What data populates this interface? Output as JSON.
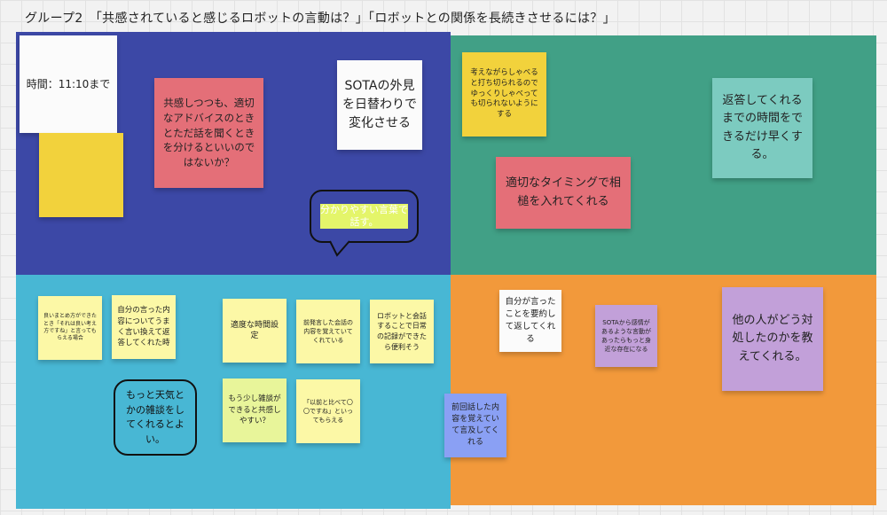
{
  "board": {
    "title": "グループ2　「共感されていると感じるロボットの言動は？」「ロボットとの関係を長続きさせるには？」"
  },
  "quadrants": {
    "top_left": {
      "notes": [
        {
          "text": "時間：11:10まで"
        },
        {
          "text": ""
        },
        {
          "text": "共感しつつも、適切なアドバイスのときとただ話を聞くときを分けるといいのではないか？"
        },
        {
          "text": "SOTAの外見を日替わりで変化させる"
        }
      ],
      "bubble": {
        "text": "分かりやすい言葉で話す。"
      }
    },
    "top_right": {
      "notes": [
        {
          "text": "考えながらしゃべると打ち切られるのでゆっくりしゃべっても切られないようにする"
        },
        {
          "text": "適切なタイミングで相槌を入れてくれる"
        },
        {
          "text": "返答してくれるまでの時間をできるだけ早くする。"
        }
      ]
    },
    "bottom_left": {
      "notes": [
        {
          "text": "良いまとめ方ができたとき「それは良い考え方ですね」と言ってもらえる場合"
        },
        {
          "text": "自分の言った内容についてうまく言い換えて返答してくれた時"
        },
        {
          "text": "適度な時間設定"
        },
        {
          "text": "前発言した会話の内容を覚えていてくれている"
        },
        {
          "text": "ロボットと会話することで日常の記録ができたら便利そう"
        },
        {
          "text": "もう少し雑談ができると共感しやすい？"
        },
        {
          "text": "「以前と比べて〇〇ですね」といってもらえる"
        }
      ],
      "bubble": {
        "text": "もっと天気とかの雑談をしてくれるとよい。"
      }
    },
    "bottom_right": {
      "notes": [
        {
          "text": "前回話した内容を覚えていて言及してくれる"
        },
        {
          "text": "自分が言ったことを要約して返してくれる"
        },
        {
          "text": "SOTAから感情があるような言動があったらもっと身近な存在になる"
        },
        {
          "text": "他の人がどう対処したのかを教えてくれる。"
        }
      ]
    }
  },
  "colors": {
    "top_left_bg": "#3c48a6",
    "top_right_bg": "#41a086",
    "bottom_left_bg": "#48b7d4",
    "bottom_right_bg": "#f2993b",
    "bubble_highlight": "#e4f56a",
    "bubble_text_highlighted": "#ffffff"
  }
}
